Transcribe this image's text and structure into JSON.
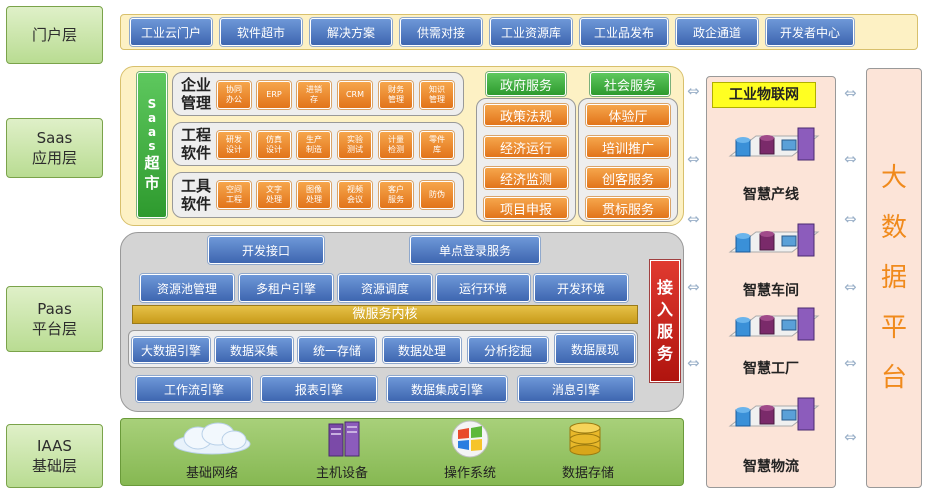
{
  "layers": {
    "portal": "门户层",
    "saas": [
      "Saas",
      "应用层"
    ],
    "paas": [
      "Paas",
      "平台层"
    ],
    "iaas": [
      "IAAS",
      "基础层"
    ]
  },
  "portal_items": [
    "工业云门户",
    "软件超市",
    "解决方案",
    "供需对接",
    "工业资源库",
    "工业品发布",
    "政企通道",
    "开发者中心"
  ],
  "saas": {
    "market_label": [
      "S",
      "a",
      "a",
      "s",
      "超",
      "市"
    ],
    "categories": [
      {
        "name": [
          "企业",
          "管理"
        ],
        "items": [
          [
            "协同",
            "办公"
          ],
          [
            "ERP"
          ],
          [
            "进销",
            "存"
          ],
          [
            "CRM"
          ],
          [
            "财务",
            "管理"
          ],
          [
            "知识",
            "管理"
          ]
        ]
      },
      {
        "name": [
          "工程",
          "软件"
        ],
        "items": [
          [
            "研发",
            "设计"
          ],
          [
            "仿真",
            "设计"
          ],
          [
            "生产",
            "制造"
          ],
          [
            "实验",
            "测试"
          ],
          [
            "计量",
            "检测"
          ],
          [
            "零件",
            "库"
          ]
        ]
      },
      {
        "name": [
          "工具",
          "软件"
        ],
        "items": [
          [
            "空间",
            "工程"
          ],
          [
            "文字",
            "处理"
          ],
          [
            "图像",
            "处理"
          ],
          [
            "视频",
            "会议"
          ],
          [
            "客户",
            "服务"
          ],
          [
            "防伪"
          ]
        ]
      }
    ],
    "gov_header": "政府服务",
    "gov_items": [
      "政策法规",
      "经济运行",
      "经济监测",
      "项目申报"
    ],
    "social_header": "社会服务",
    "social_items": [
      "体验厅",
      "培训推广",
      "创客服务",
      "贯标服务"
    ]
  },
  "paas": {
    "row1": [
      "开发接口",
      "单点登录服务"
    ],
    "row2": [
      "资源池管理",
      "多租户引擎",
      "资源调度",
      "运行环境",
      "开发环境"
    ],
    "bar": "微服务内核",
    "row3": [
      "大数据引擎",
      "数据采集",
      "统一存储",
      "数据处理",
      "分析挖掘",
      "数据展现"
    ],
    "row4": [
      "工作流引擎",
      "报表引擎",
      "数据集成引擎",
      "消息引擎"
    ],
    "access": [
      "接",
      "入",
      "服",
      "务"
    ]
  },
  "iaas": {
    "items": [
      {
        "label": "基础网络",
        "icon": "cloud-icon"
      },
      {
        "label": "主机设备",
        "icon": "server-icon"
      },
      {
        "label": "操作系统",
        "icon": "windows-logo-icon"
      },
      {
        "label": "数据存储",
        "icon": "database-icon"
      }
    ]
  },
  "iot": {
    "title": "工业物联网",
    "items": [
      "智慧产线",
      "智慧车间",
      "智慧工厂",
      "智慧物流"
    ]
  },
  "bigdata": [
    "大",
    "数",
    "据",
    "平",
    "台"
  ],
  "colors": {
    "blue": "#3e66b0",
    "orange": "#e2741a",
    "green": "#2e9a2e",
    "red": "#c8201e",
    "yellow": "#fdf1c4",
    "label_green": "#b9dc92",
    "bigdata_text": "#f08a1c"
  }
}
